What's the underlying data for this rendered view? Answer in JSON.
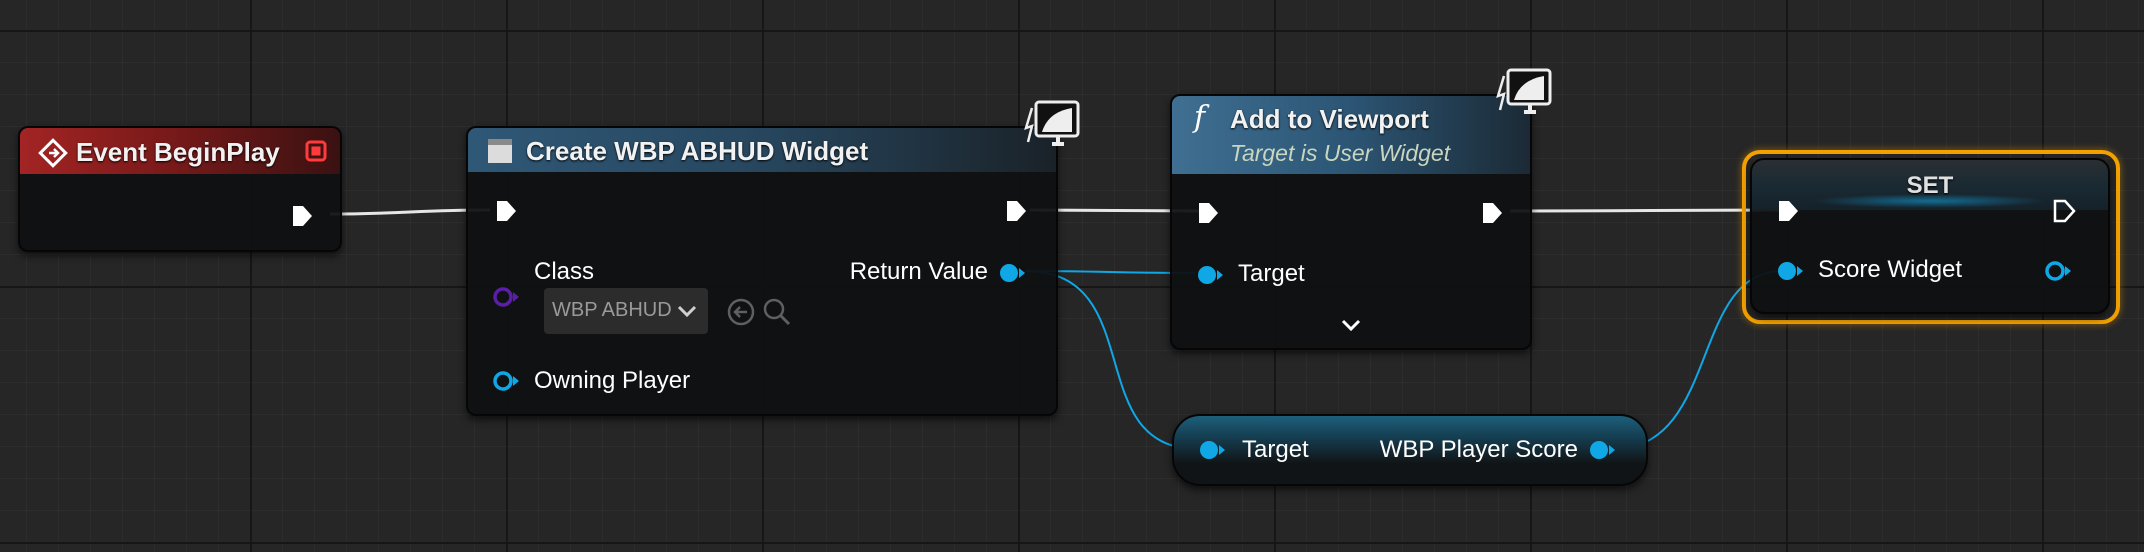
{
  "nodes": {
    "event_begin_play": {
      "title": "Event BeginPlay"
    },
    "create_widget": {
      "title": "Create WBP ABHUD Widget",
      "class_label": "Class",
      "class_value": "WBP ABHUD",
      "owning_player_label": "Owning Player",
      "return_value_label": "Return Value"
    },
    "add_to_viewport": {
      "title": "Add to Viewport",
      "subtitle": "Target is User Widget",
      "target_label": "Target"
    },
    "getter": {
      "target_label": "Target",
      "output_label": "WBP Player Score"
    },
    "set": {
      "title": "SET",
      "score_widget_label": "Score Widget"
    }
  },
  "colors": {
    "event_header": "#8c1c1c",
    "function_header": "#2c5574",
    "object_pin": "#0fa7e6",
    "class_pin": "#5b1ea6",
    "selection": "#f2a100",
    "exec_wire": "#e6e6e6"
  }
}
